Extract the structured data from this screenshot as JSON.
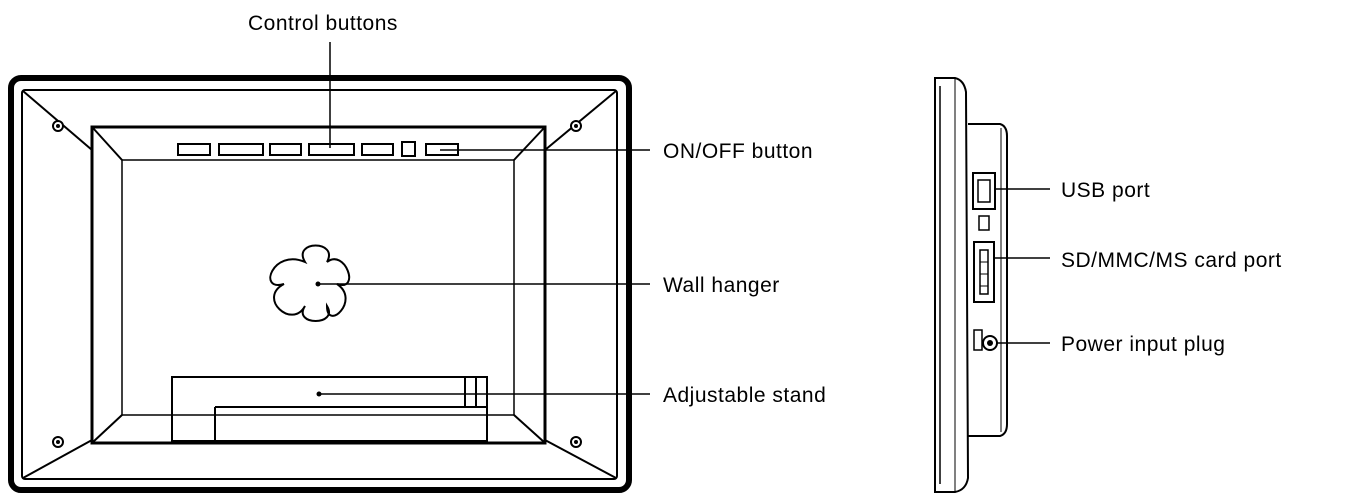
{
  "labels": {
    "control_buttons": "Control buttons",
    "on_off_button": "ON/OFF button",
    "wall_hanger": "Wall hanger",
    "adjustable_stand": "Adjustable stand",
    "usb_port": "USB port",
    "card_port": "SD/MMC/MS card port",
    "power_input_plug": "Power input plug"
  },
  "colors": {
    "line": "#000000",
    "background": "#ffffff"
  }
}
